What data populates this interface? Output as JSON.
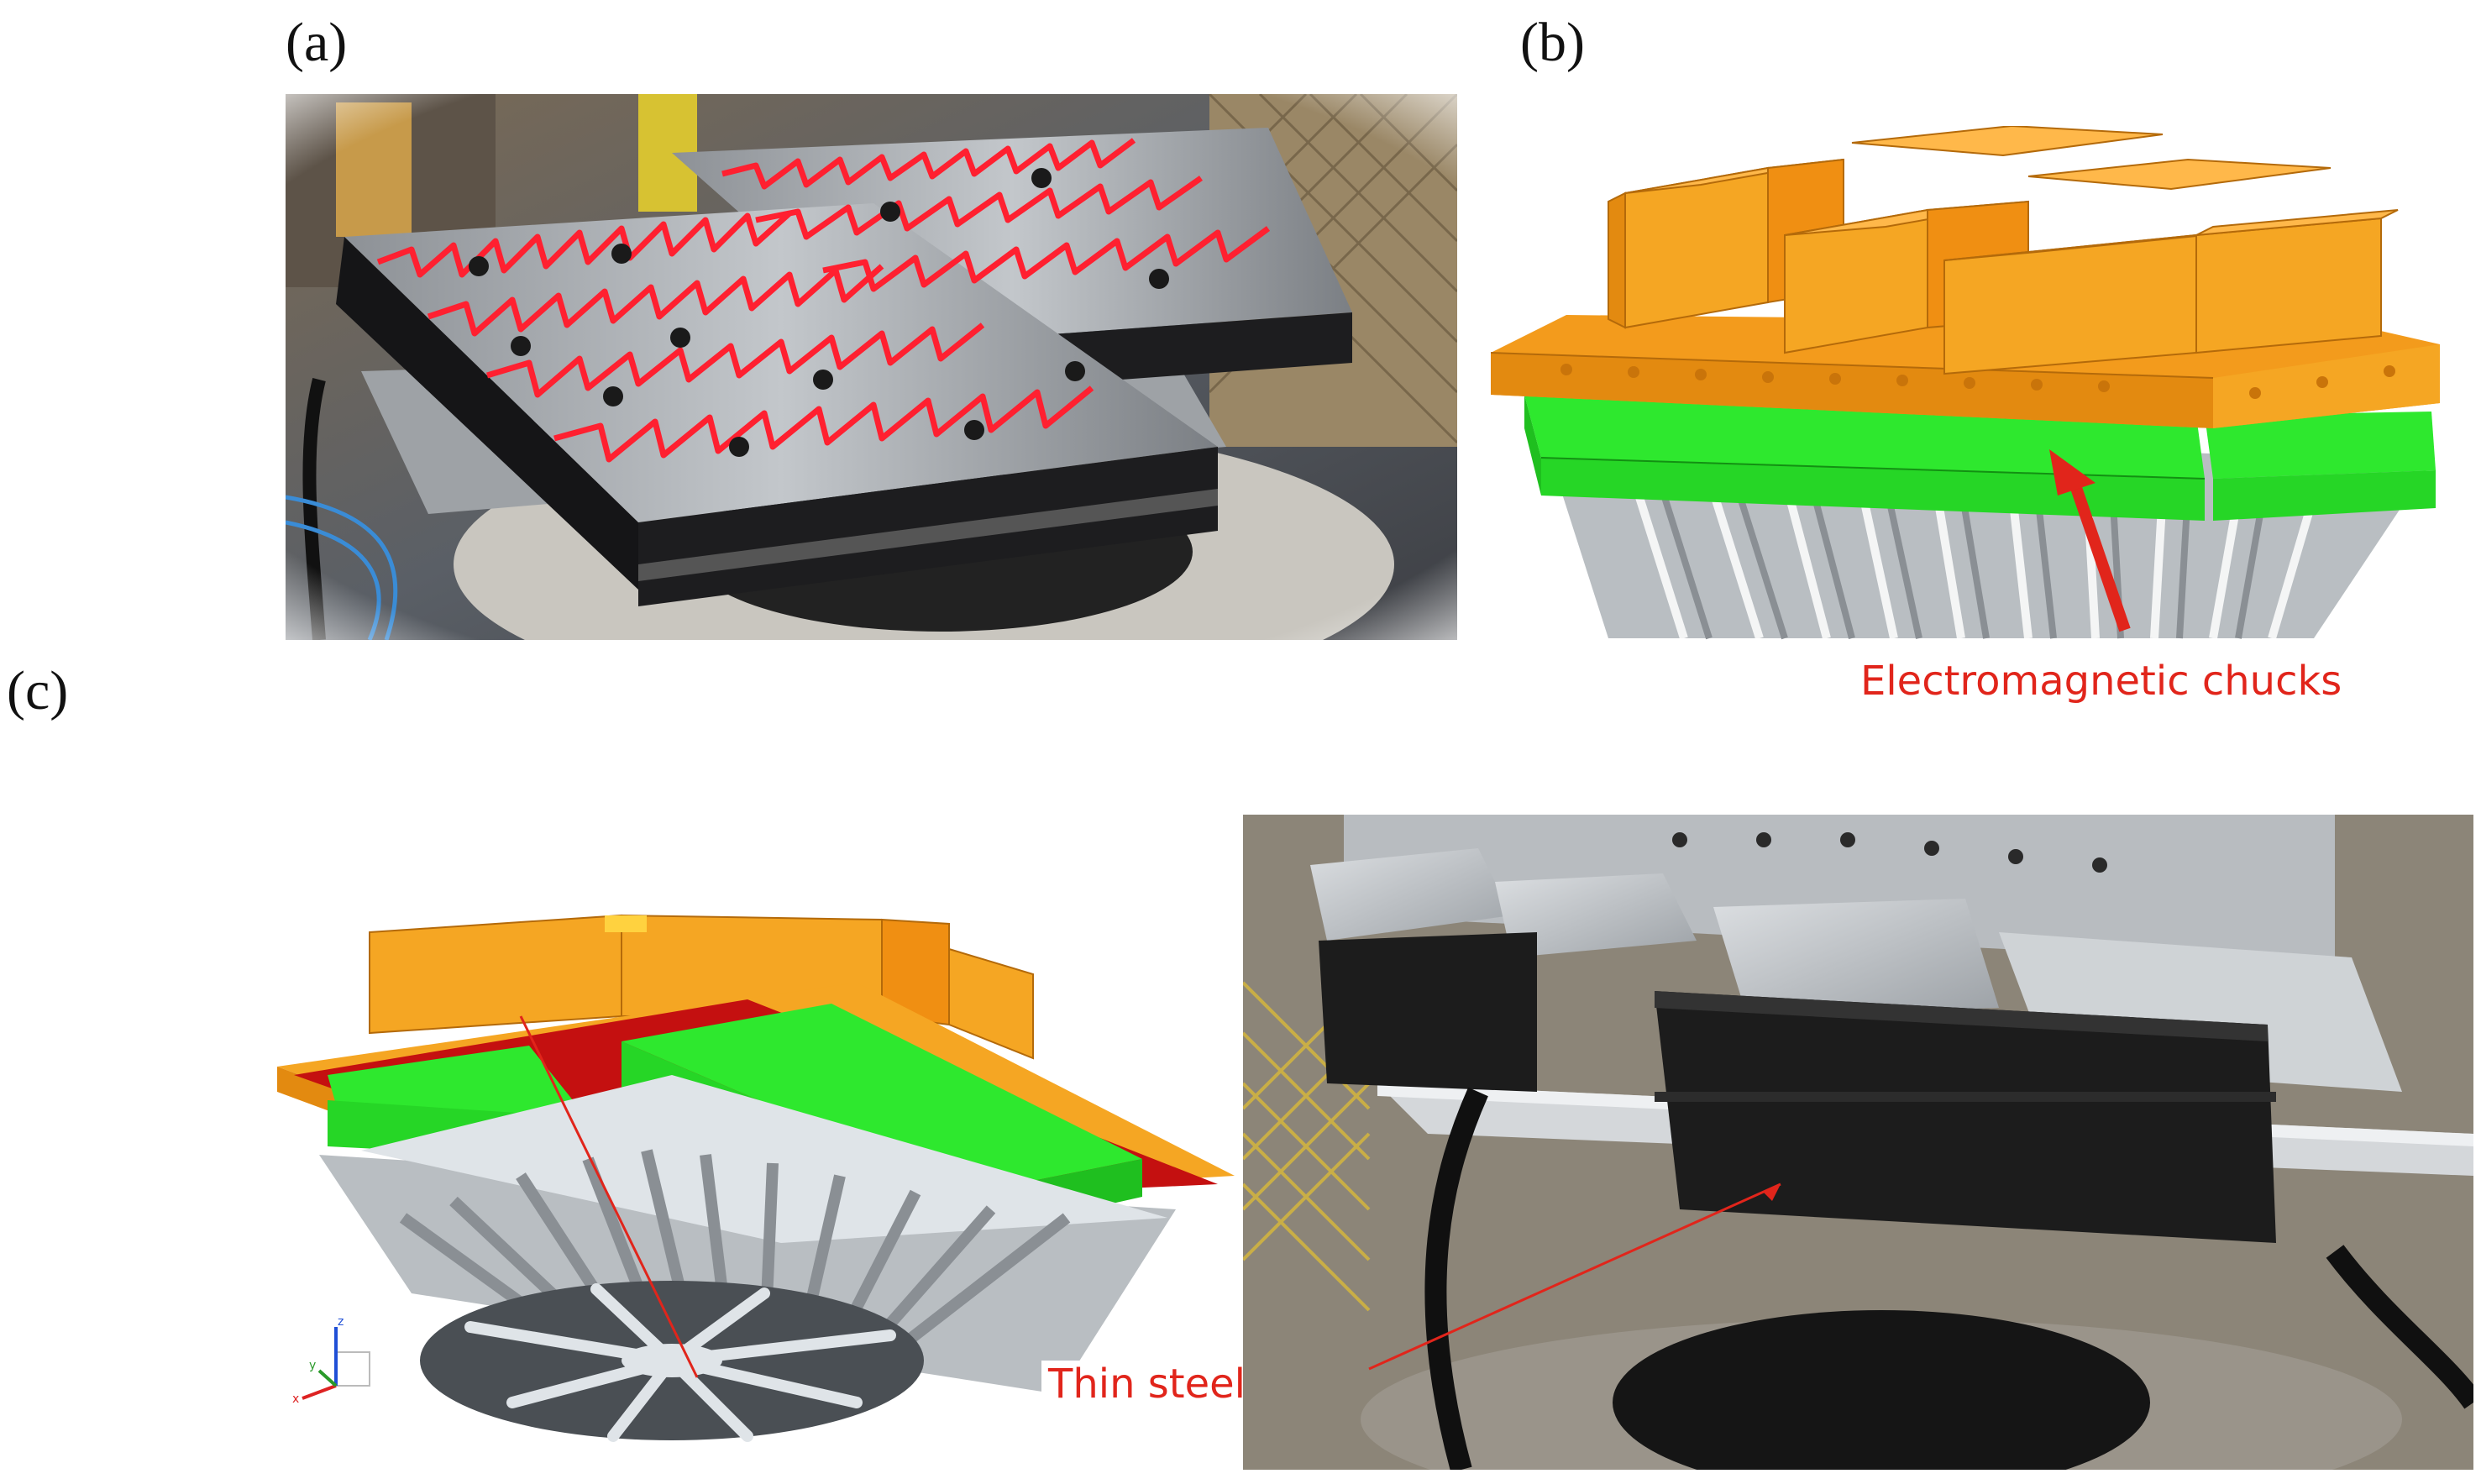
{
  "panels": {
    "a": {
      "label": "(a)"
    },
    "b": {
      "label": "(b)",
      "annotation": "Electromagnetic chucks"
    },
    "c": {
      "label": "(c)",
      "annotation": "Thin steel plate"
    }
  },
  "triad_axes": {
    "x": "x",
    "y": "y",
    "z": "z"
  },
  "colors": {
    "annotation": "#e1251b",
    "fixture_orange": "#f5a623",
    "chuck_green": "#2ee82e",
    "steel_plate_red": "#c41010",
    "expander_gray": "#b9bec2",
    "photo_chuck_black": "#1c1c1c",
    "zigzag_red": "#ff2030"
  }
}
